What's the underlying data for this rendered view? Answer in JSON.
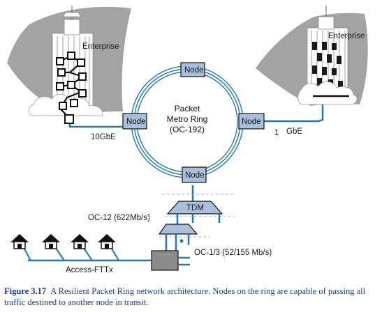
{
  "diagram": {
    "node_label": "Node",
    "ring_label": {
      "line1": "Packet",
      "line2": "Metro Ring",
      "line3": "(OC-192)"
    },
    "enterprise_left": "Enterprise",
    "enterprise_right": "Enterprise",
    "link_left": "10GbE",
    "link_right_num": "1",
    "link_right": "GbE",
    "tdm_label": "TDM",
    "oc12_label": "OC-12 (622Mb/s)",
    "oc13_label": "OC-1/3 (52/155 Mb/s)",
    "access_label": "Access-FTTx"
  },
  "caption": {
    "label": "Figure 3.17",
    "text": "A Resilient Packet Ring network architecture. Nodes on the ring are capable of passing all traffic destined to another node in transit."
  },
  "colors": {
    "node_fill": "#a9bfdc",
    "link_blue": "#1f78b4",
    "cloud_gray": "#9a9a9a",
    "caption_blue": "#1a3d8f"
  }
}
